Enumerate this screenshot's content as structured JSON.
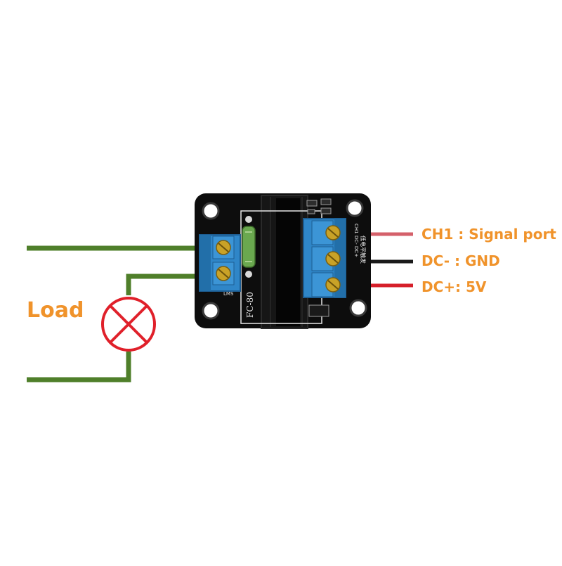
{
  "load": {
    "label": "Load"
  },
  "pins": [
    {
      "label": "CH1 : Signal port",
      "wire_color": "#d4606a"
    },
    {
      "label": "DC- : GND",
      "wire_color": "#1a1a1a"
    },
    {
      "label": "DC+: 5V",
      "wire_color": "#d61f2a"
    }
  ],
  "board": {
    "model_text": "FC-80",
    "small_text": "LMS",
    "pin_marks": "CH1 DC- DC+",
    "chinese_text": "低电平触发"
  },
  "colors": {
    "label_orange": "#f0932b",
    "load_wire_green": "#4f7f2a",
    "lamp_red": "#e0202a",
    "terminal_blue": "#2f86c8",
    "pcb_black": "#0d0d0d"
  },
  "icons": {
    "lamp": "lamp-x-icon",
    "screw": "screw-icon"
  }
}
